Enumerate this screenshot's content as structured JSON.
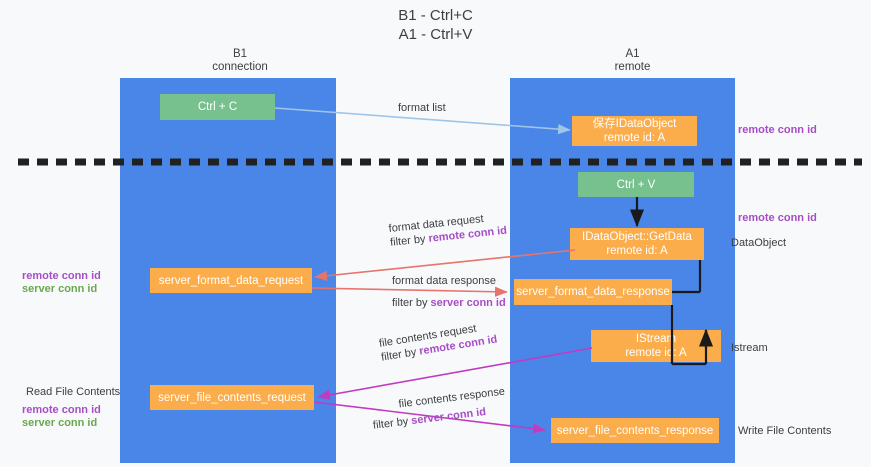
{
  "title": {
    "line1": "B1 - Ctrl+C",
    "line2": "A1 - Ctrl+V"
  },
  "lanes": [
    {
      "name": "b1",
      "title": "B1",
      "subtitle": "connection",
      "color": "#4a86e8"
    },
    {
      "name": "a1",
      "title": "A1",
      "subtitle": "remote",
      "color": "#4a86e8"
    }
  ],
  "nodes": {
    "ctrl_c": {
      "line1": "Ctrl + C",
      "line2": ""
    },
    "idataobject_top": {
      "line1": "保存IDataObject",
      "line2": "remote id: A"
    },
    "ctrl_v": {
      "line1": "Ctrl + V",
      "line2": ""
    },
    "getdata": {
      "line1": "IDataObject::GetData",
      "line2": "remote id: A"
    },
    "fmt_req": {
      "line1": "server_format_data_request",
      "line2": ""
    },
    "fmt_resp": {
      "line1": "server_format_data_response",
      "line2": ""
    },
    "istream": {
      "line1": "IStream",
      "line2": "remote id: A"
    },
    "file_req": {
      "line1": "server_file_contents_request",
      "line2": ""
    },
    "file_resp": {
      "line1": "server_file_contents_response",
      "line2": ""
    }
  },
  "edge_labels": {
    "format_list": "format list",
    "fmt_req_l1": "format data request",
    "fmt_req_l2_pre": "filter by ",
    "fmt_req_l2_key": "remote conn id",
    "fmt_resp_l1": "format data response",
    "fmt_resp_l2_pre": "filter by ",
    "fmt_resp_l2_key": "server conn id",
    "file_req_l1": "file contents request",
    "file_req_l2_pre": "filter by ",
    "file_req_l2_key": "remote conn id",
    "file_resp_l1": "file contents response",
    "file_resp_l2_pre": "filter by ",
    "file_resp_l2_key": "server conn id"
  },
  "annotations": {
    "right_remote_conn_id_top": "remote conn id",
    "right_remote_conn_id_mid": "remote conn id",
    "right_dataobject": "DataObject",
    "right_istream": "Istream",
    "right_write_file_contents": "Write File Contents",
    "left_remote_conn_id_mid": "remote conn id",
    "left_server_conn_id_mid": "server conn id",
    "left_read_file_contents": "Read File Contents",
    "left_remote_conn_id_bot": "remote conn id",
    "left_server_conn_id_bot": "server conn id"
  },
  "colors": {
    "lane_blue": "#4a86e8",
    "node_green": "#76c18e",
    "node_orange": "#fbad4b",
    "key_purple": "#a64ec6",
    "key_green": "#6aa84f",
    "arrow_blue": "#9fc5e8",
    "arrow_red": "#e8736a",
    "arrow_magenta": "#c13bc1",
    "arrow_black": "#1a1a1a",
    "separator": "#202124",
    "background": "#f8f9fb"
  }
}
